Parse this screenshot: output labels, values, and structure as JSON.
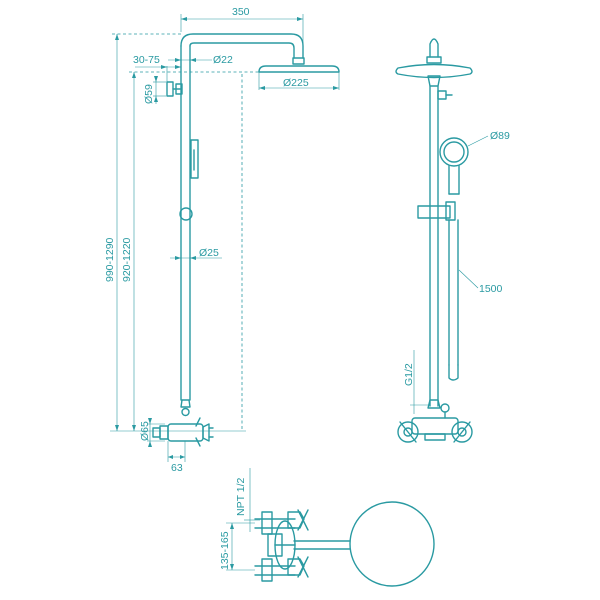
{
  "accent_color": "#2a9aa2",
  "front_view": {
    "arm_span_label": "350",
    "head_diameter_label": "Ø225",
    "arm_diameter_label": "Ø22",
    "bracket_offset_label": "30-75",
    "bracket_diameter_label": "Ø59",
    "pipe_diameter_label": "Ø25",
    "total_height_label": "990-1290",
    "pipe_height_label": "920-1220",
    "escutcheon_diameter_label": "Ø65",
    "wall_depth_label": "63"
  },
  "side_view": {
    "hand_shower_diameter_label": "Ø89",
    "hose_length_label": "1500",
    "thread_label": "G1/2"
  },
  "top_view": {
    "inlet_thread_label": "NPT 1/2",
    "inlet_spacing_label": "135-165"
  }
}
